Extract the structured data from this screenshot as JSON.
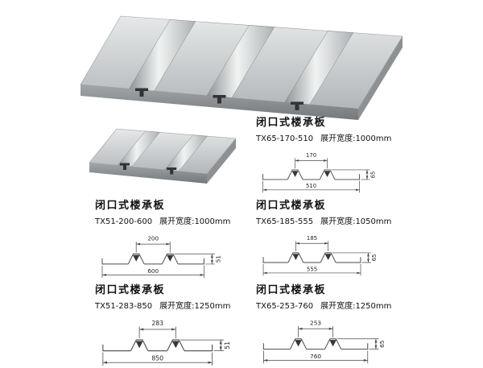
{
  "page": {
    "background": "#ffffff"
  },
  "palette": {
    "steel_light": "#e3e5e6",
    "steel_mid": "#b6babc",
    "steel_dark": "#777b7d",
    "line": "#4a4a4a",
    "ink": "#111111",
    "rib_cavity": "#2f3335"
  },
  "renders": {
    "large": {
      "name": "3d-steel-deck-panel-large",
      "ribs": 3
    },
    "small": {
      "name": "3d-steel-deck-panel-small",
      "ribs": 2
    }
  },
  "sections": [
    {
      "title": "闭口式楼承板",
      "model": "TX65-170-510",
      "unfold": "展开宽度:1000mm",
      "dims": {
        "top_width": "170",
        "height": "65",
        "total_width": "510"
      }
    },
    {
      "title": "闭口式楼承板",
      "model": "TX51-200-600",
      "unfold": "展开宽度:1000mm",
      "dims": {
        "top_width": "200",
        "height": "51",
        "total_width": "600"
      }
    },
    {
      "title": "闭口式楼承板",
      "model": "TX65-185-555",
      "unfold": "展开宽度:1050mm",
      "dims": {
        "top_width": "185",
        "height": "65",
        "total_width": "555"
      }
    },
    {
      "title": "闭口式楼承板",
      "model": "TX51-283-850",
      "unfold": "展开宽度:1250mm",
      "dims": {
        "top_width": "283",
        "height": "51",
        "total_width": "850"
      }
    },
    {
      "title": "闭口式楼承板",
      "model": "TX65-253-760",
      "unfold": "展开宽度:1250mm",
      "dims": {
        "top_width": "253",
        "height": "65",
        "total_width": "760"
      }
    }
  ]
}
